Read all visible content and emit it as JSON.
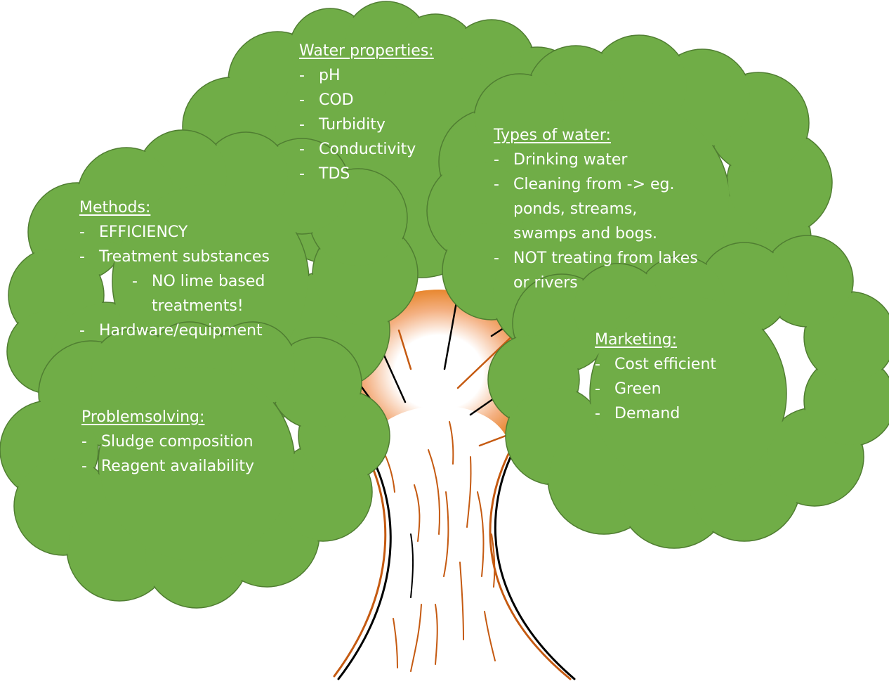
{
  "colors": {
    "foliage": "#70ad47",
    "foliage_outline": "#507e32",
    "bark_orange": "#c55a11",
    "bark_dark": "#000000",
    "glow": "#f4b183",
    "text": "#ffffff"
  },
  "bullet": "-",
  "water_properties": {
    "title": "Water properties:",
    "items": [
      "pH",
      "COD",
      "Turbidity",
      "Conductivity",
      "TDS"
    ]
  },
  "types_of_water": {
    "title": "Types of water:",
    "items": [
      "Drinking water",
      "Cleaning from -> eg. ponds, streams, swamps and bogs.",
      "NOT treating from lakes or rivers"
    ]
  },
  "methods": {
    "title": "Methods:",
    "items": [
      "EFFICIENCY",
      "Treatment substances",
      "NO lime based treatments!",
      "Hardware/equipment"
    ]
  },
  "marketing": {
    "title": "Marketing:",
    "items": [
      "Cost efficient",
      "Green",
      "Demand"
    ]
  },
  "problemsolving": {
    "title": "Problemsolving:",
    "items": [
      "Sludge composition",
      "Reagent availability"
    ]
  }
}
